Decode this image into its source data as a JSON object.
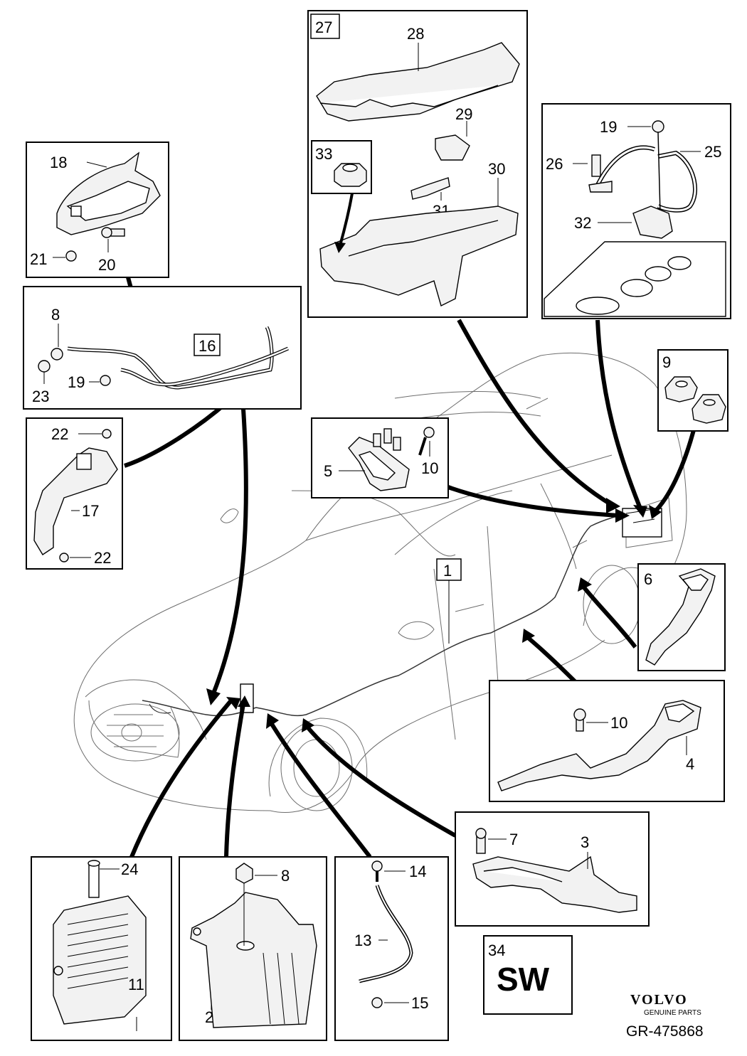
{
  "brand": {
    "name": "VOLVO",
    "subtitle": "GENUINE PARTS",
    "reference": "GR-475868"
  },
  "sw_box": {
    "number": "34",
    "label": "SW"
  },
  "callouts": {
    "c1": "1",
    "c2": "2",
    "c3": "3",
    "c4": "4",
    "c5": "5",
    "c6": "6",
    "c7": "7",
    "c8a": "8",
    "c8b": "8",
    "c9": "9",
    "c10a": "10",
    "c10b": "10",
    "c11": "11",
    "c13": "13",
    "c14": "14",
    "c15": "15",
    "c16": "16",
    "c17": "17",
    "c18": "18",
    "c19a": "19",
    "c19b": "19",
    "c20": "20",
    "c21": "21",
    "c22a": "22",
    "c22b": "22",
    "c23": "23",
    "c24": "24",
    "c25": "25",
    "c26": "26",
    "c27": "27",
    "c28": "28",
    "c29": "29",
    "c30": "30",
    "c31": "31",
    "c32": "32",
    "c33": "33"
  }
}
